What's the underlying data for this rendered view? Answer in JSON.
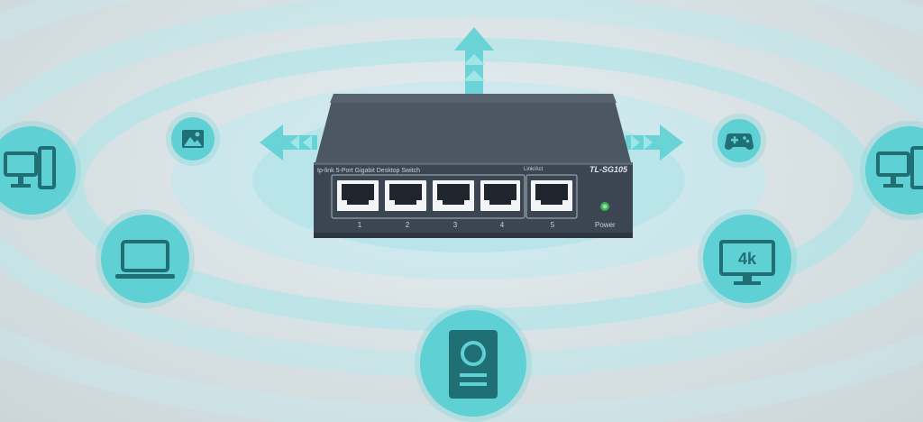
{
  "switch": {
    "brand_text": "tp-link  5-Port Gigabit Desktop Switch",
    "model": "TL-SG105",
    "link_act_label": "Link/Act",
    "power_label": "Power",
    "ports": [
      {
        "label": "1"
      },
      {
        "label": "2"
      },
      {
        "label": "3"
      },
      {
        "label": "4"
      },
      {
        "label": "5"
      }
    ]
  },
  "devices": [
    {
      "icon": "desktop-computer-icon"
    },
    {
      "icon": "picture-icon"
    },
    {
      "icon": "laptop-icon"
    },
    {
      "icon": "storage-server-icon"
    },
    {
      "icon": "4k-tv-icon",
      "text": "4k"
    },
    {
      "icon": "game-controller-icon"
    },
    {
      "icon": "desktop-computer-icon"
    }
  ],
  "colors": {
    "accent": "#5fd0d4",
    "icon_dark": "#1f6f75",
    "switch_body": "#3f4b57"
  }
}
